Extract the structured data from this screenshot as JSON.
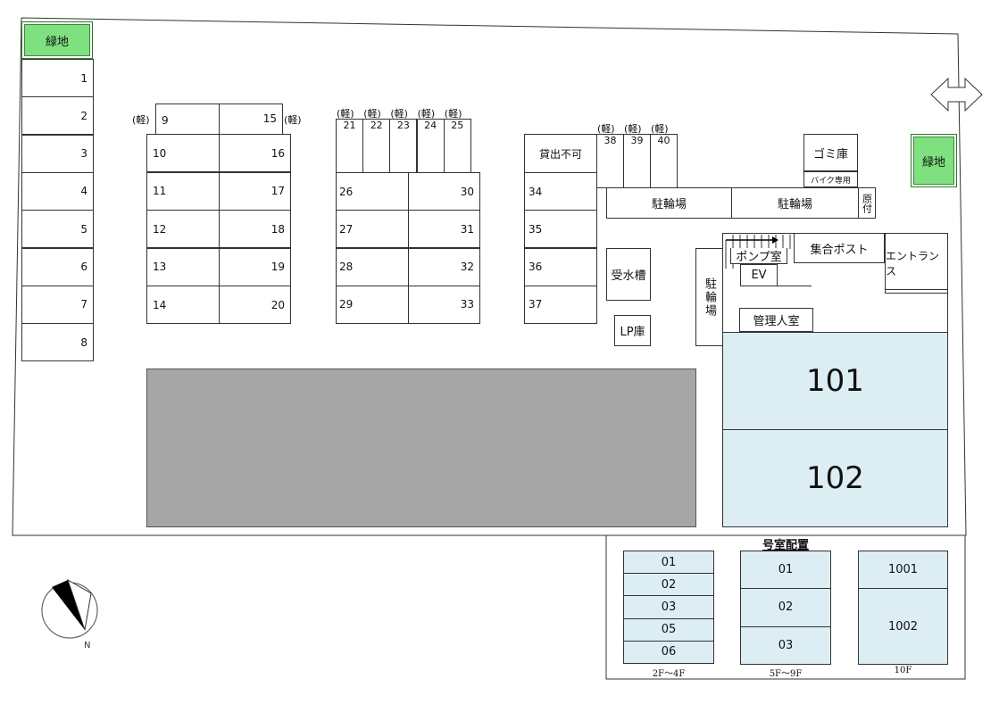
{
  "greens": {
    "left": "緑地",
    "right": "緑地"
  },
  "left_column": [
    "1",
    "2",
    "3",
    "4",
    "5",
    "6",
    "7",
    "8"
  ],
  "kei_label": "(軽)",
  "block_a": {
    "top_left": "9",
    "top_right": "15",
    "left": [
      "10",
      "11",
      "12",
      "13",
      "14"
    ],
    "right": [
      "16",
      "17",
      "18",
      "19",
      "20"
    ]
  },
  "block_b": {
    "top": [
      "21",
      "22",
      "23",
      "24",
      "25"
    ],
    "left": [
      "26",
      "27",
      "28",
      "29"
    ],
    "right": [
      "30",
      "31",
      "32",
      "33"
    ]
  },
  "block_c": {
    "top_label": "貸出不可",
    "top": [
      "38",
      "39",
      "40"
    ],
    "left": [
      "34",
      "35",
      "36",
      "37"
    ]
  },
  "facilities": {
    "bike1": "駐輪場",
    "bike2": "駐輪場",
    "moped": "原付",
    "garbage": "ゴミ庫",
    "bike_only": "バイク専用",
    "water_tank": "受水槽",
    "lp": "LP庫",
    "bike_vertical": "駐輪場",
    "pump": "ポンプ室",
    "ev": "EV",
    "mailbox": "集合ポスト",
    "entrance": "エントランス",
    "manager": "管理人室"
  },
  "rooms": [
    "101",
    "102"
  ],
  "legend": {
    "title": "号室配置",
    "col1": {
      "rooms": [
        "01",
        "02",
        "03",
        "05",
        "06"
      ],
      "floors": "2F～4F"
    },
    "col2": {
      "rooms": [
        "01",
        "02",
        "03"
      ],
      "floors": "5F～9F"
    },
    "col3": {
      "rooms": [
        "1001",
        "1002"
      ],
      "floors": "10F"
    }
  },
  "colors": {
    "green": "#7ee07e",
    "building": "#a6a6a6",
    "room_blue": "#dcedf4"
  }
}
